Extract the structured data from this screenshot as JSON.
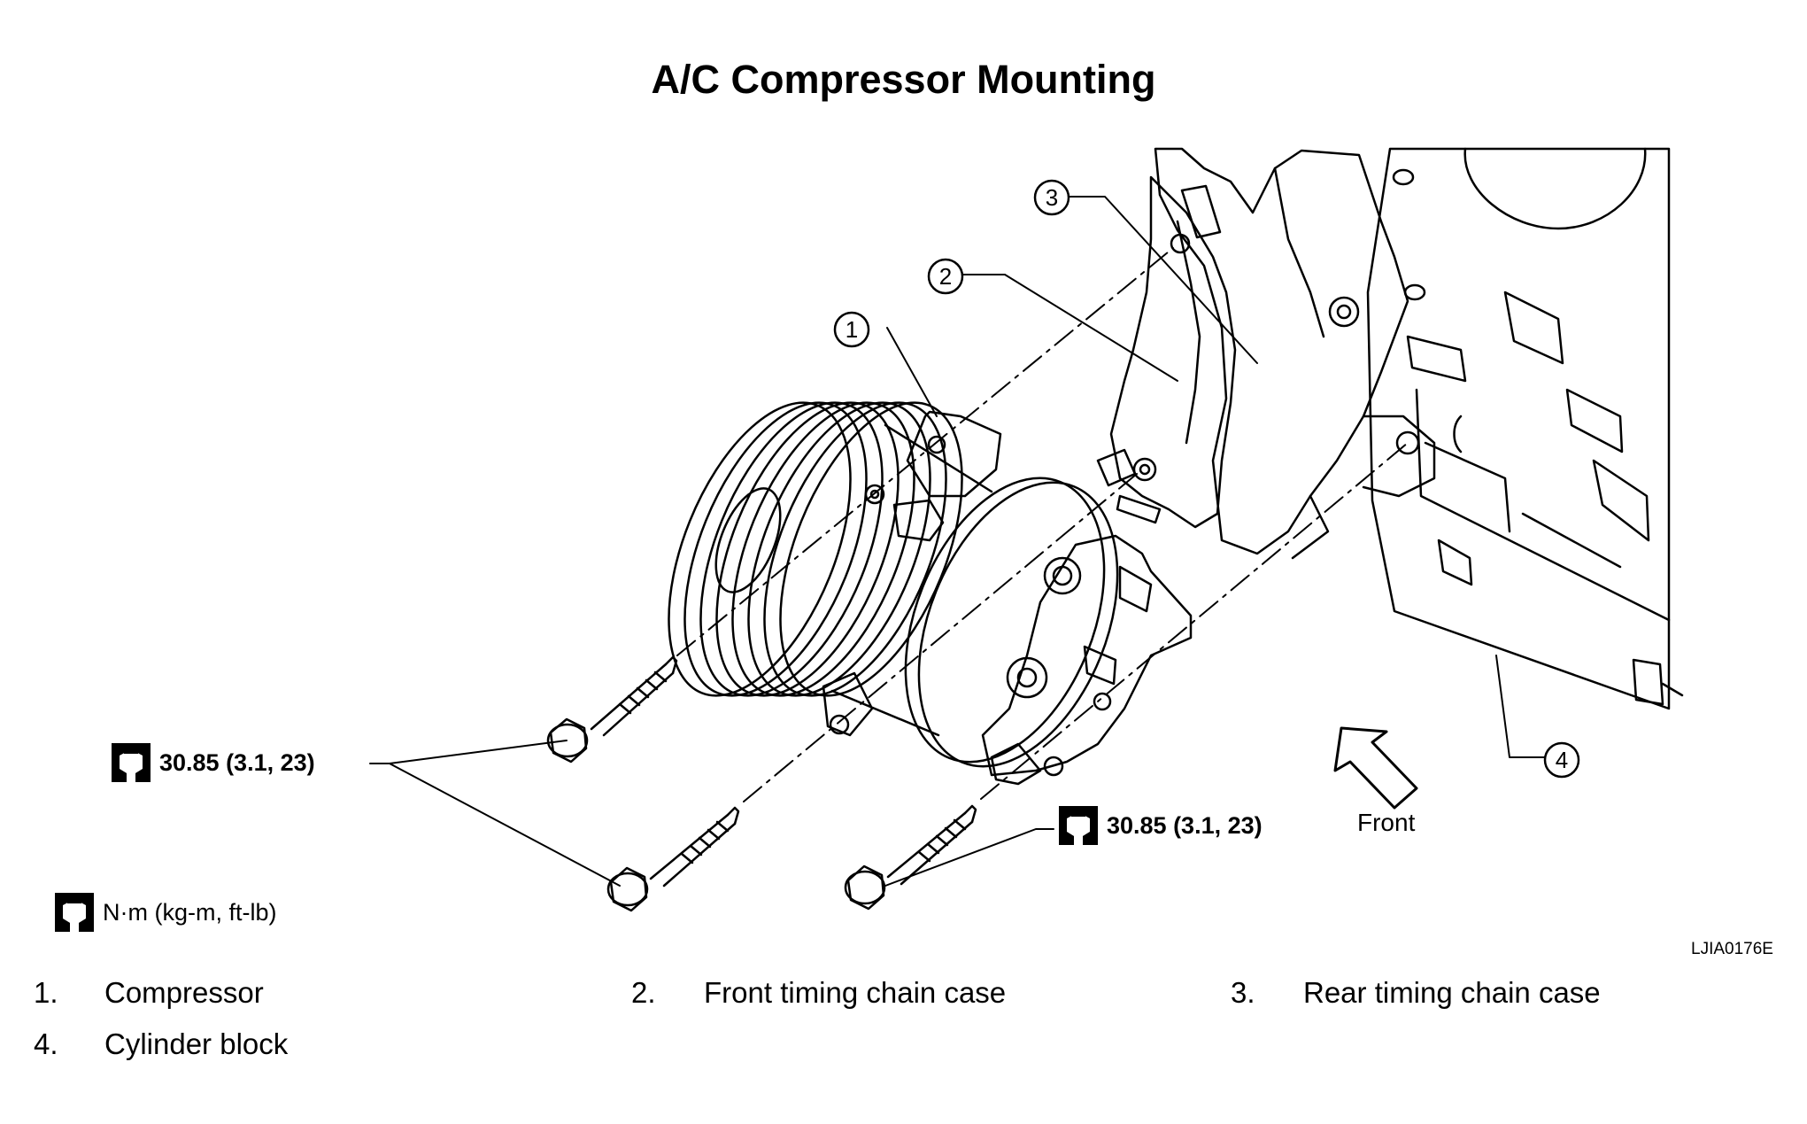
{
  "title": "A/C Compressor Mounting",
  "callouts": [
    "1",
    "2",
    "3",
    "4"
  ],
  "torque_left": "30.85 (3.1, 23)",
  "torque_right": "30.85 (3.1, 23)",
  "unit_note": "N·m (kg-m, ft-lb)",
  "front_label": "Front",
  "figure_id": "LJIA0176E",
  "legend": [
    {
      "num": "1.",
      "label": "Compressor"
    },
    {
      "num": "2.",
      "label": "Front timing chain case"
    },
    {
      "num": "3.",
      "label": "Rear timing chain case"
    },
    {
      "num": "4.",
      "label": "Cylinder block"
    }
  ],
  "icons": [
    "torque-wrench-icon",
    "front-arrow-icon"
  ]
}
